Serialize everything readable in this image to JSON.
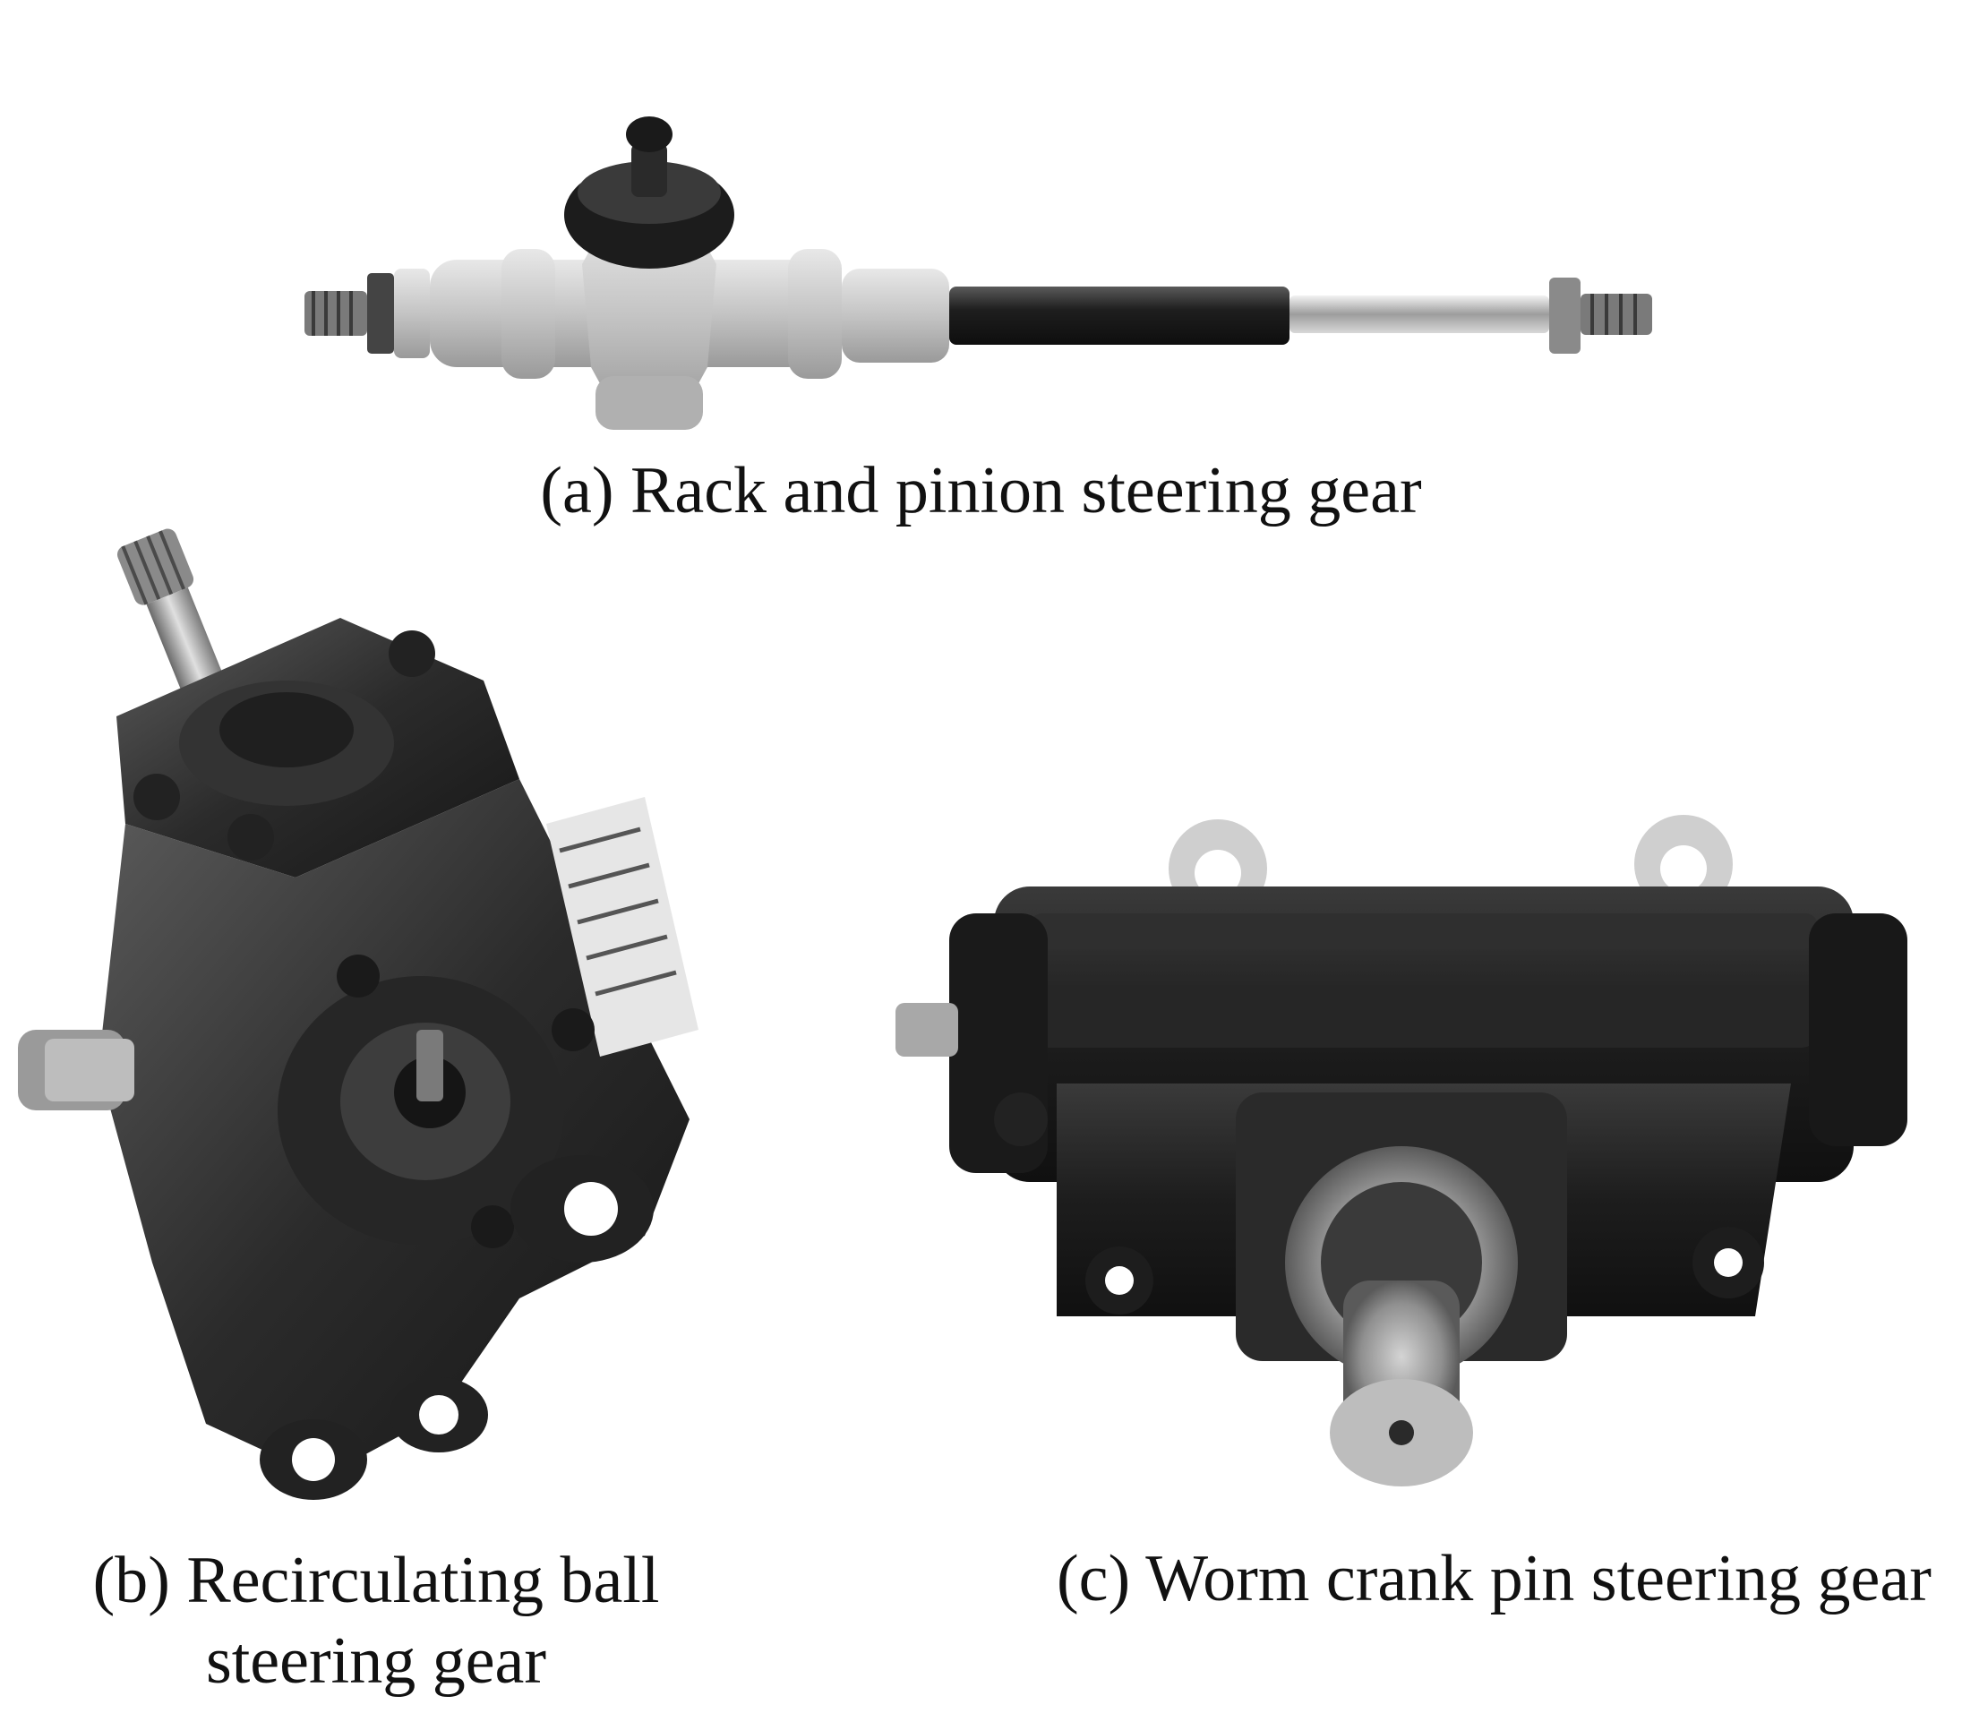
{
  "figure": {
    "panels": [
      {
        "id": "a",
        "caption": "(a) Rack and pinion steering gear",
        "subject": "rack-and-pinion-steering-gear"
      },
      {
        "id": "b",
        "caption_line1": "(b) Recirculating ball",
        "caption_line2": "steering gear",
        "subject": "recirculating-ball-steering-gear"
      },
      {
        "id": "c",
        "caption": "(c) Worm crank pin steering gear",
        "subject": "worm-crank-pin-steering-gear"
      }
    ]
  },
  "colors": {
    "background": "#ffffff",
    "cast_iron": "#2a2a2a",
    "aluminum_housing": "#cfcfcf",
    "steel": "#b8b8b8",
    "caption_text": "#111111"
  }
}
